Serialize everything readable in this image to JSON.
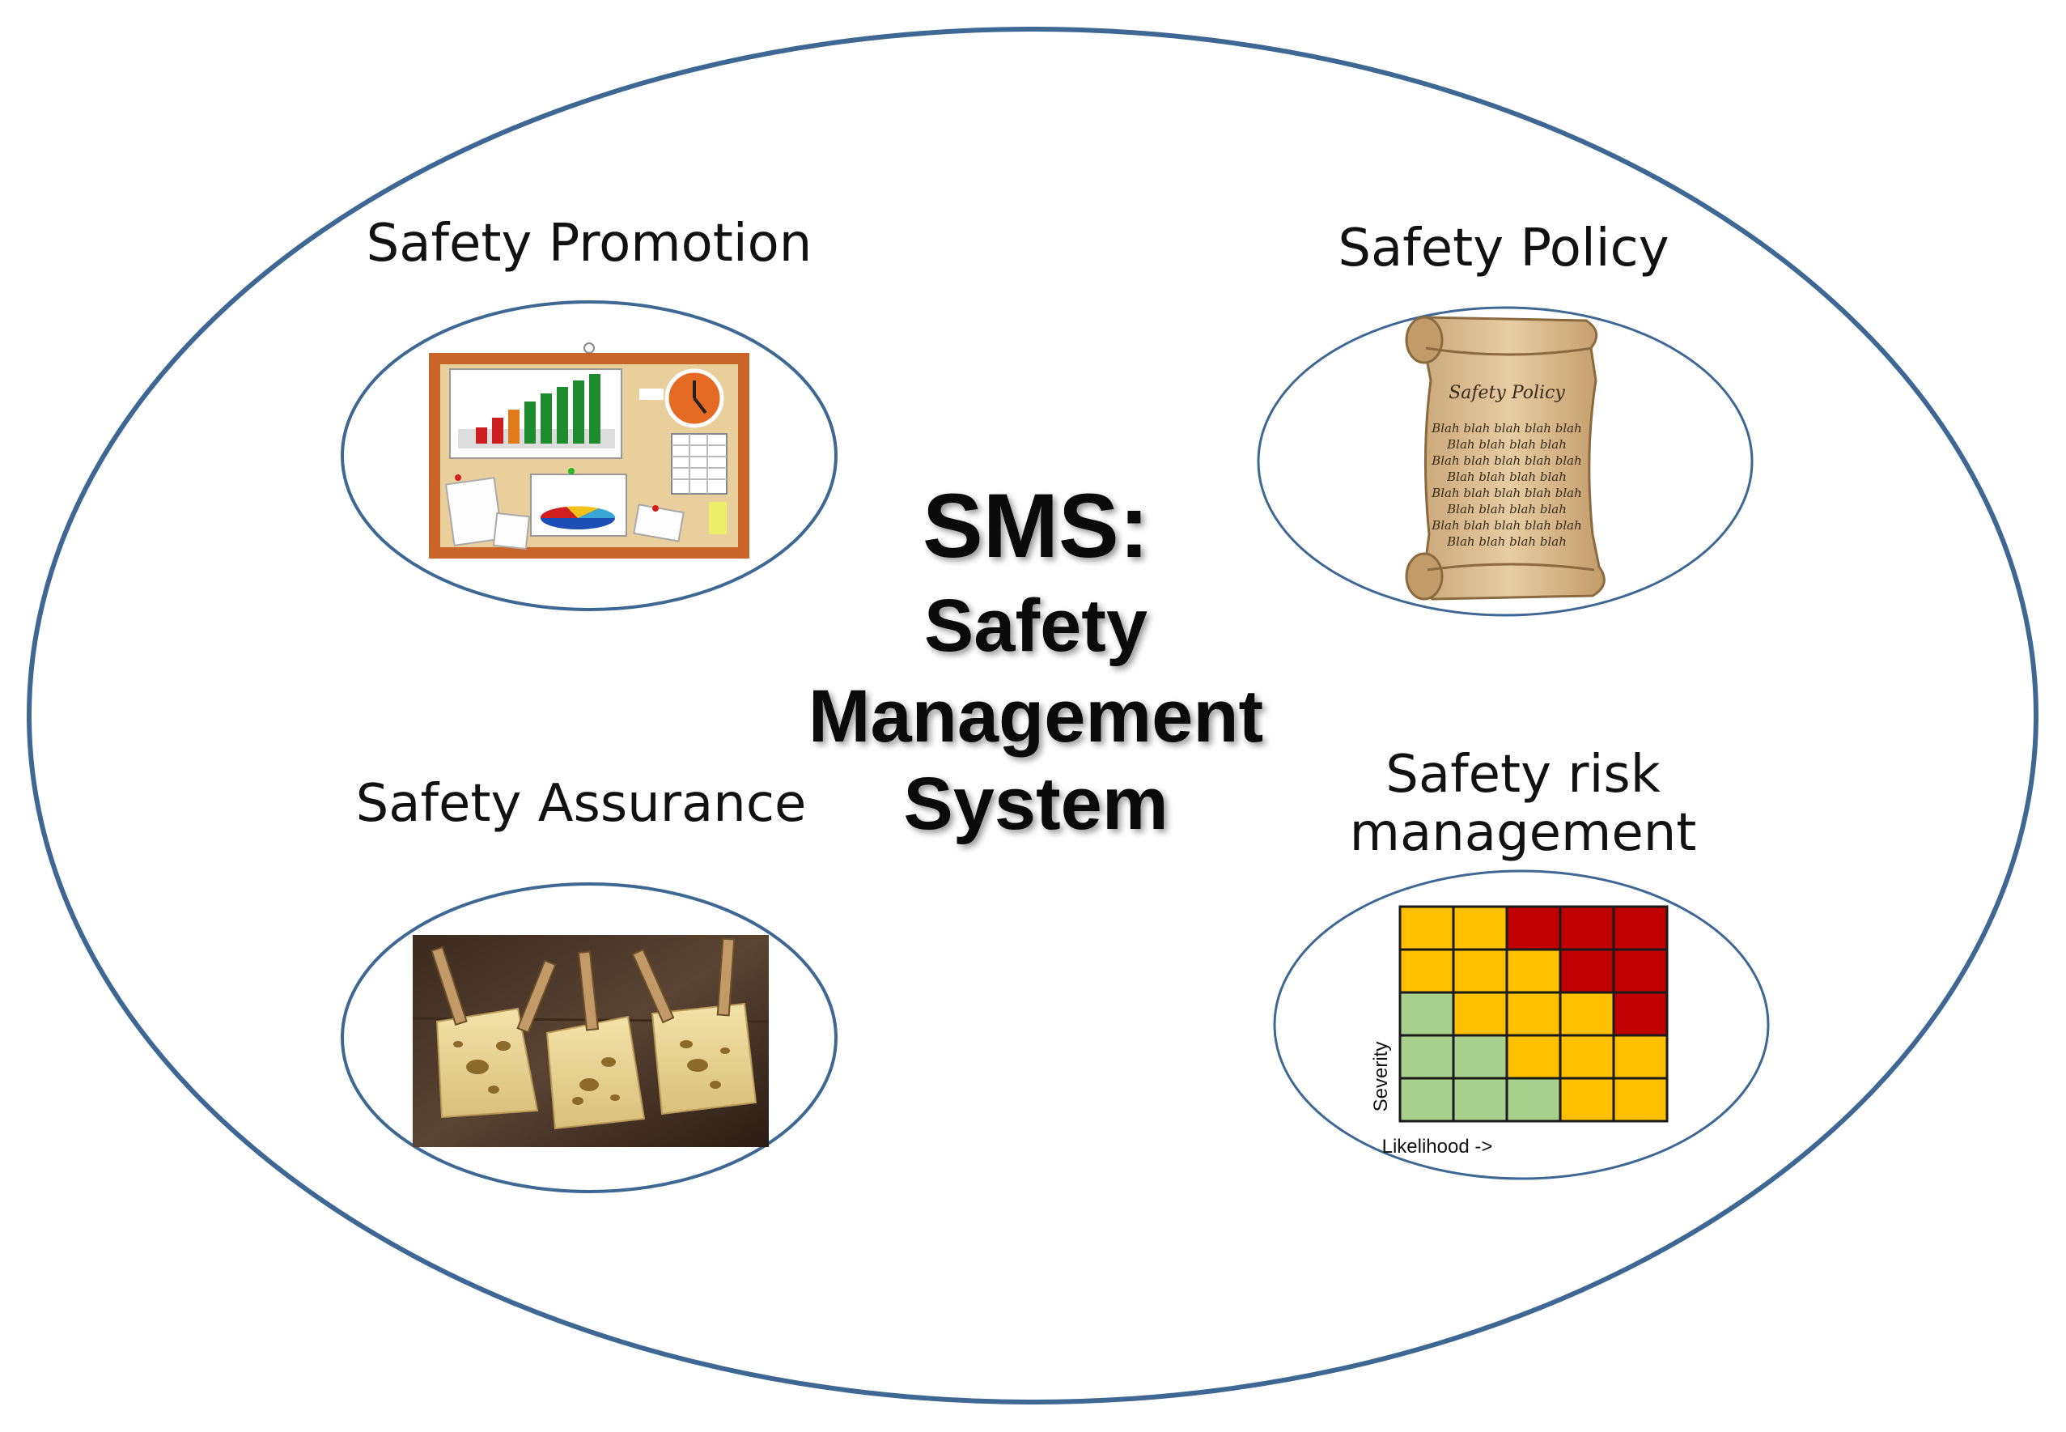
{
  "colors": {
    "outline": "#3e6893",
    "text": "#111111",
    "risk_green": "#a8d08d",
    "risk_yellow": "#ffc000",
    "risk_red": "#c00000"
  },
  "center": {
    "line1": "SMS:",
    "line2": "Safety",
    "line3": "Management",
    "line4": "System"
  },
  "quadrants": {
    "promotion": {
      "label": "Safety Promotion",
      "icon": "bulletin-board-icon"
    },
    "policy": {
      "label": "Safety Policy",
      "icon": "scroll-icon",
      "scroll_title": "Safety Policy",
      "scroll_lines": [
        "Blah blah blah blah blah",
        "Blah blah blah blah",
        "Blah blah blah blah blah",
        "Blah blah blah blah",
        "Blah blah blah blah blah",
        "Blah blah blah blah",
        "Blah blah blah blah blah",
        "Blah blah blah blah"
      ]
    },
    "assurance": {
      "label": "Safety Assurance",
      "icon": "swiss-cheese-icon"
    },
    "risk": {
      "label_line1": "Safety risk",
      "label_line2": "management",
      "icon": "risk-matrix-icon",
      "y_axis": "Severity",
      "x_axis": "Likelihood ->",
      "matrix": [
        [
          "Y",
          "Y",
          "R",
          "R",
          "R"
        ],
        [
          "Y",
          "Y",
          "Y",
          "R",
          "R"
        ],
        [
          "G",
          "Y",
          "Y",
          "Y",
          "R"
        ],
        [
          "G",
          "G",
          "Y",
          "Y",
          "Y"
        ],
        [
          "G",
          "G",
          "G",
          "Y",
          "Y"
        ]
      ]
    }
  }
}
